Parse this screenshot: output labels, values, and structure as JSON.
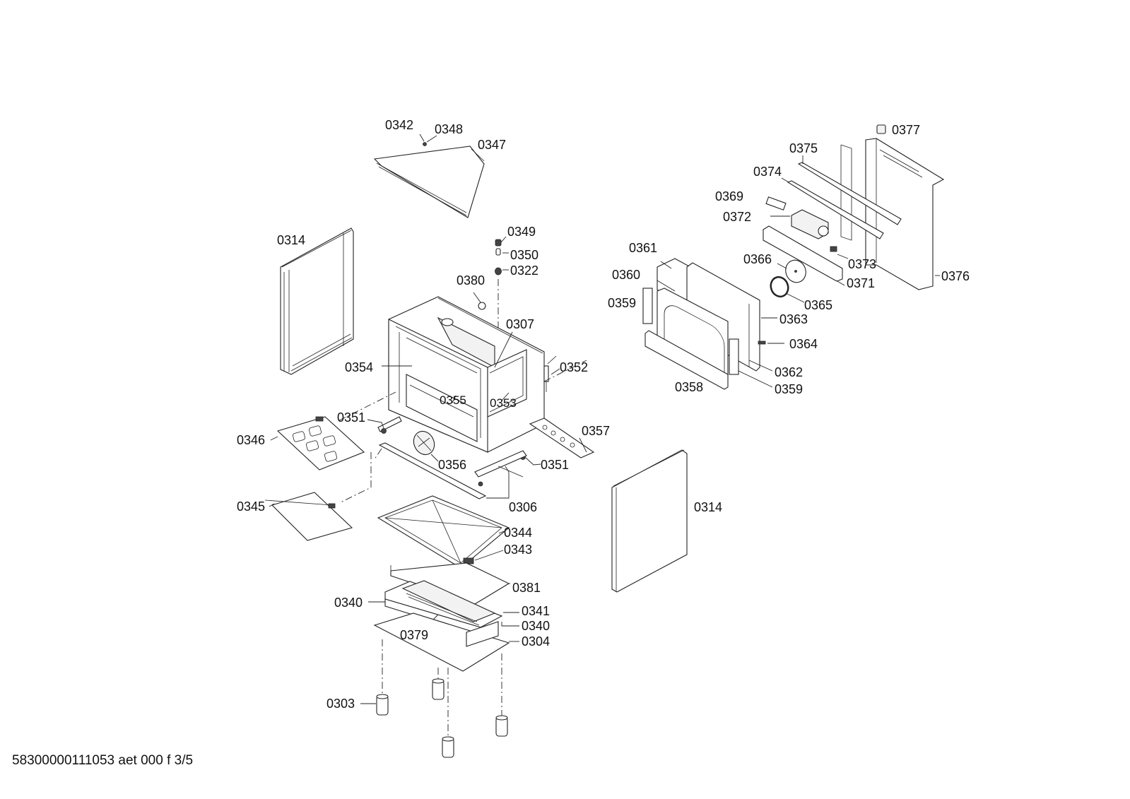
{
  "diagram": {
    "title": "Exploded parts diagram",
    "labels": {
      "p0342": "0342",
      "p0348": "0348",
      "p0347": "0347",
      "p0314_left": "0314",
      "p0349": "0349",
      "p0350": "0350",
      "p0322": "0322",
      "p0380": "0380",
      "p0307": "0307",
      "p0354": "0354",
      "p0352": "0352",
      "p0355": "0355",
      "p0353": "0353",
      "p0351_left": "0351",
      "p0346": "0346",
      "p0357": "0357",
      "p0356": "0356",
      "p0351_right": "0351",
      "p0345": "0345",
      "p0306": "0306",
      "p0344": "0344",
      "p0343": "0343",
      "p0381": "0381",
      "p0340_left": "0340",
      "p0341": "0341",
      "p0340_right": "0340",
      "p0379": "0379",
      "p0304": "0304",
      "p0303": "0303",
      "p0314_right": "0314",
      "p0361": "0361",
      "p0360": "0360",
      "p0359_left": "0359",
      "p0363": "0363",
      "p0364": "0364",
      "p0362": "0362",
      "p0358": "0358",
      "p0359_right": "0359",
      "p0366": "0366",
      "p0365": "0365",
      "p0377": "0377",
      "p0375": "0375",
      "p0374": "0374",
      "p0369": "0369",
      "p0372": "0372",
      "p0373": "0373",
      "p0371": "0371",
      "p0376": "0376"
    }
  },
  "footer": {
    "document_id": "58300000111053 aet 000 f 3/5"
  }
}
